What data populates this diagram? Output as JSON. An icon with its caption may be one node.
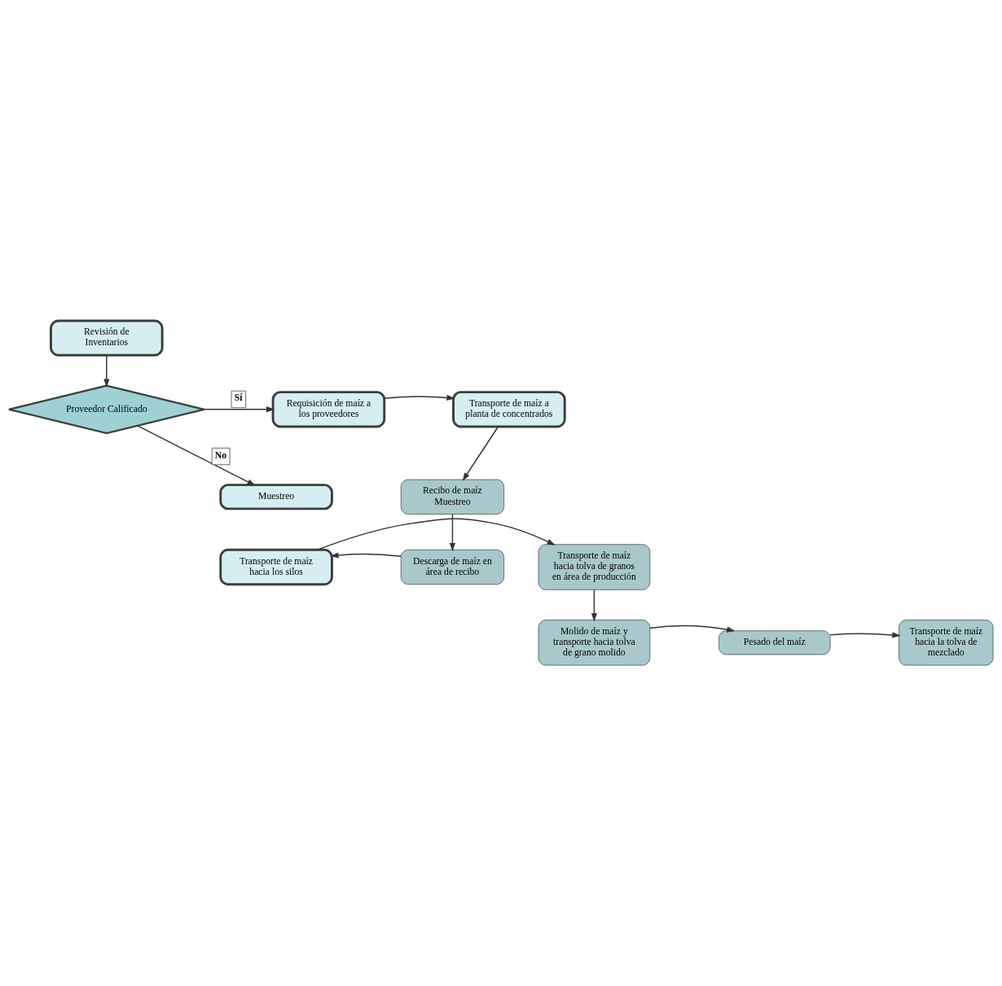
{
  "diagram": {
    "nodes": [
      {
        "text": [
          "Revisión de Inventarios"
        ]
      },
      {
        "text": [
          "Proveedor Calificado"
        ]
      },
      {
        "text": [
          "Requisición de maíz a los proveedores"
        ]
      },
      {
        "text": [
          "Transporte de maíz a planta de concentrados"
        ]
      },
      {
        "text": [
          "Muestreo"
        ]
      },
      {
        "text": [
          "Recibo de maíz Muestreo"
        ]
      },
      {
        "text": [
          "Transporte de maíz hacia tolva de granos en área de producción"
        ]
      },
      {
        "text": [
          "Transporte de maíz hacia los silos"
        ]
      },
      {
        "text": [
          "Descarga de maíz en área de recibo"
        ]
      },
      {
        "text": [
          "Molido de maíz y transporte hacia tolva de grano molido"
        ]
      },
      {
        "text": [
          "Pesado del maíz"
        ]
      },
      {
        "text": [
          "Transporte de maíz hacia la tolva de mezclado"
        ]
      }
    ],
    "edges": [
      {
        "from": 0,
        "to": 1,
        "arrow": "to"
      },
      {
        "from": 1,
        "to": 2,
        "arrow": "to",
        "label": "Sí"
      },
      {
        "from": 1,
        "to": 4,
        "arrow": "to",
        "label": "No"
      },
      {
        "from": 2,
        "to": 3,
        "arrow": "to"
      },
      {
        "from": 3,
        "to": 5,
        "arrow": "to"
      },
      {
        "from": 5,
        "to": 8,
        "arrow": "to"
      },
      {
        "from": 8,
        "to": 7,
        "arrow": "to"
      },
      {
        "from": 7,
        "to": 6,
        "arrow": "to"
      },
      {
        "from": 6,
        "to": 9,
        "arrow": "to"
      },
      {
        "from": 9,
        "to": 10,
        "arrow": "to"
      },
      {
        "from": 10,
        "to": 11,
        "arrow": "to"
      }
    ]
  }
}
